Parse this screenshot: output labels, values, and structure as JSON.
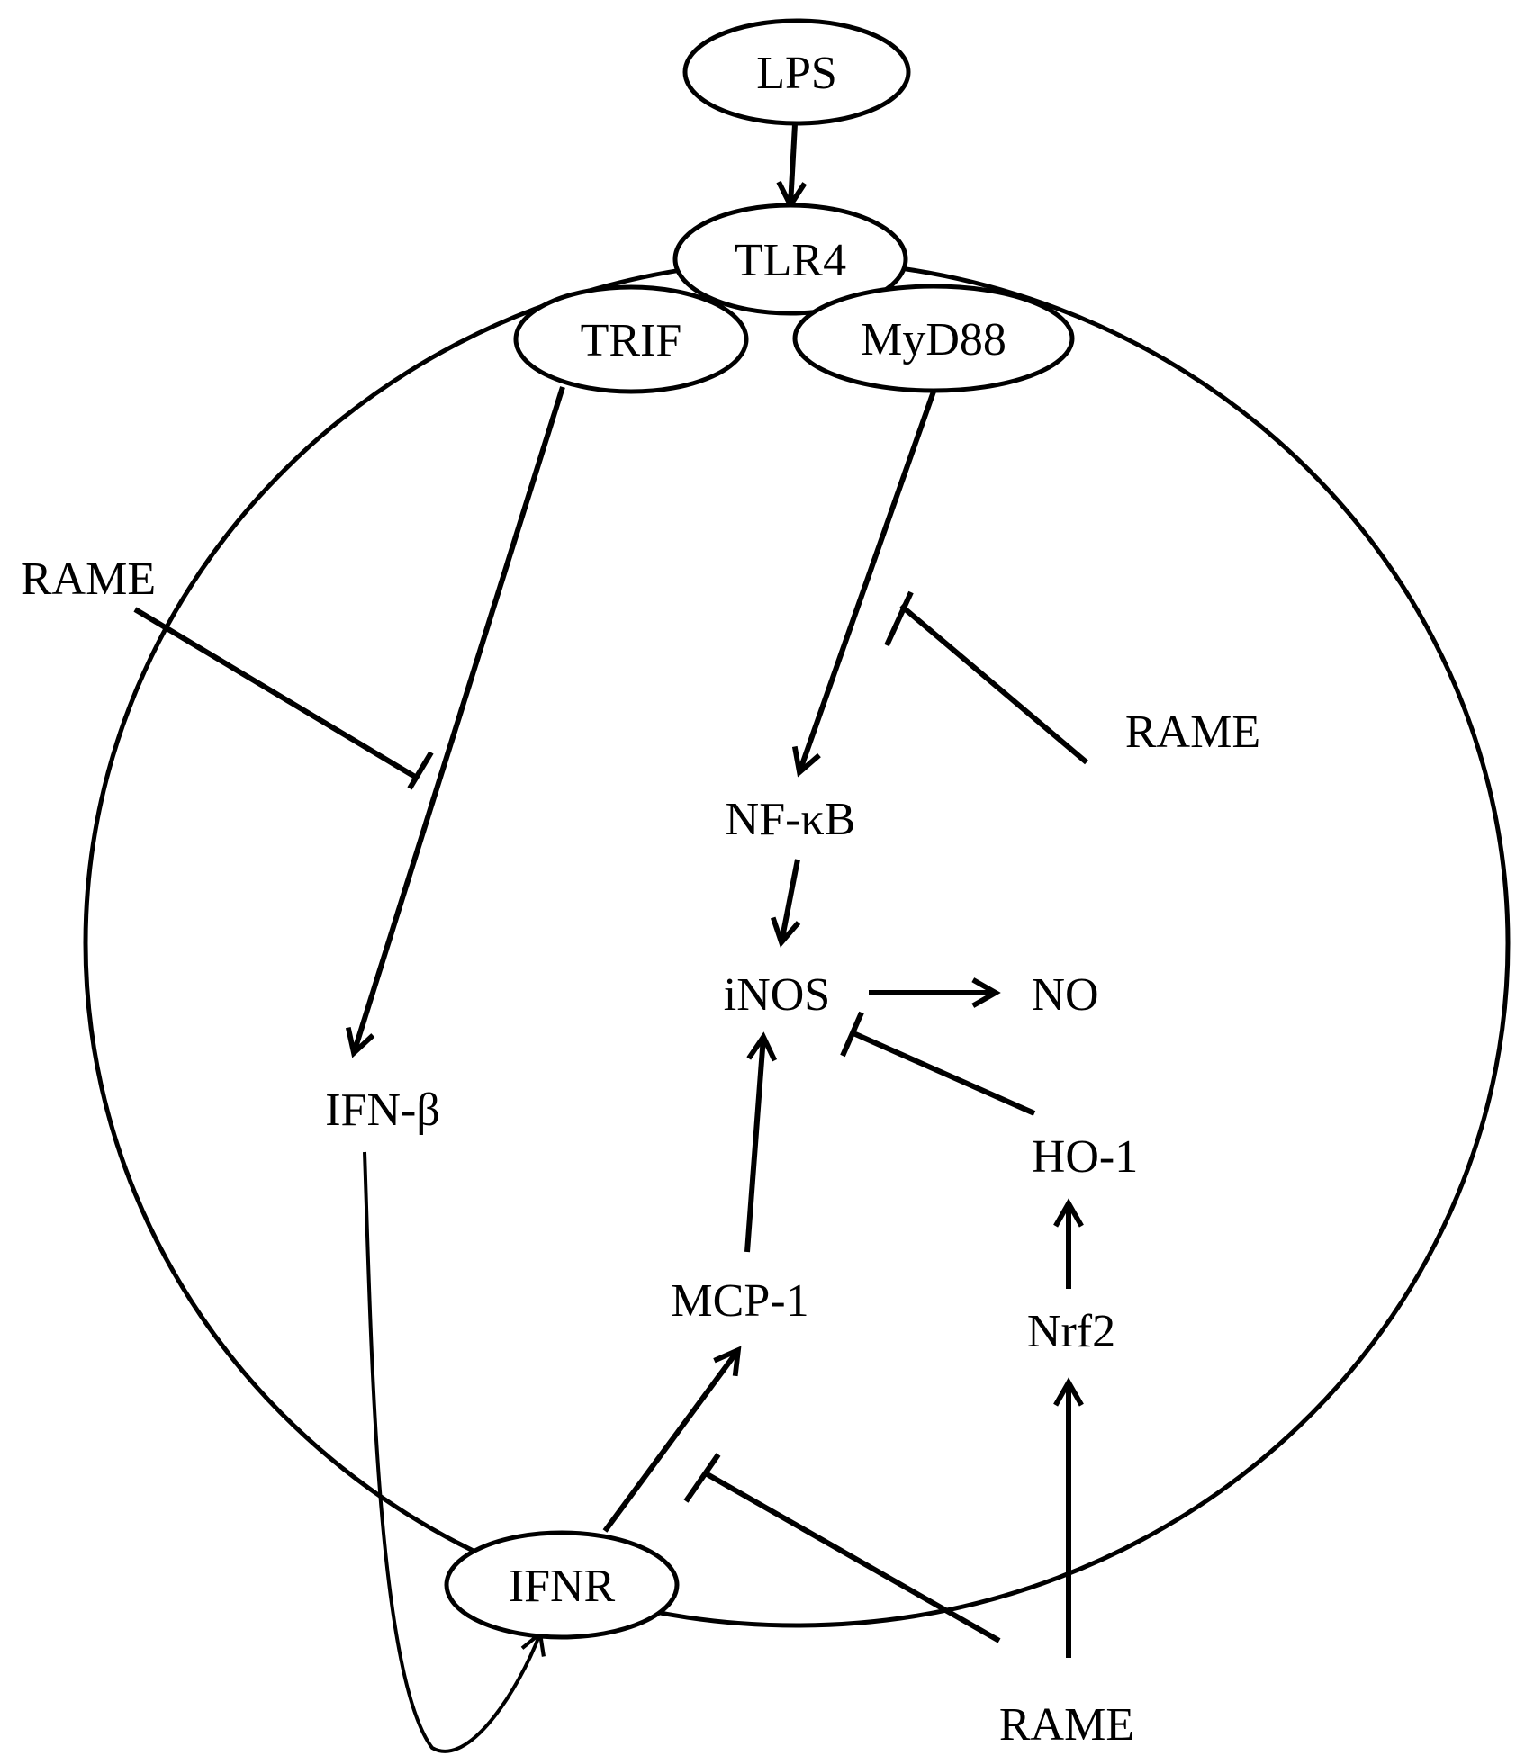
{
  "nodes": {
    "lps": "LPS",
    "tlr4": "TLR4",
    "trif": "TRIF",
    "myd88": "MyD88",
    "nfkb": "NF-κB",
    "inos": "iNOS",
    "no": "NO",
    "ifnb": "IFN-β",
    "ho1": "HO-1",
    "mcp1": "MCP-1",
    "nrf2": "Nrf2",
    "ifnr": "IFNR"
  },
  "inhibitors": {
    "rame_left": "RAME",
    "rame_right": "RAME",
    "rame_bottom": "RAME"
  },
  "colors": {
    "stroke": "#000000",
    "background": "#ffffff"
  }
}
